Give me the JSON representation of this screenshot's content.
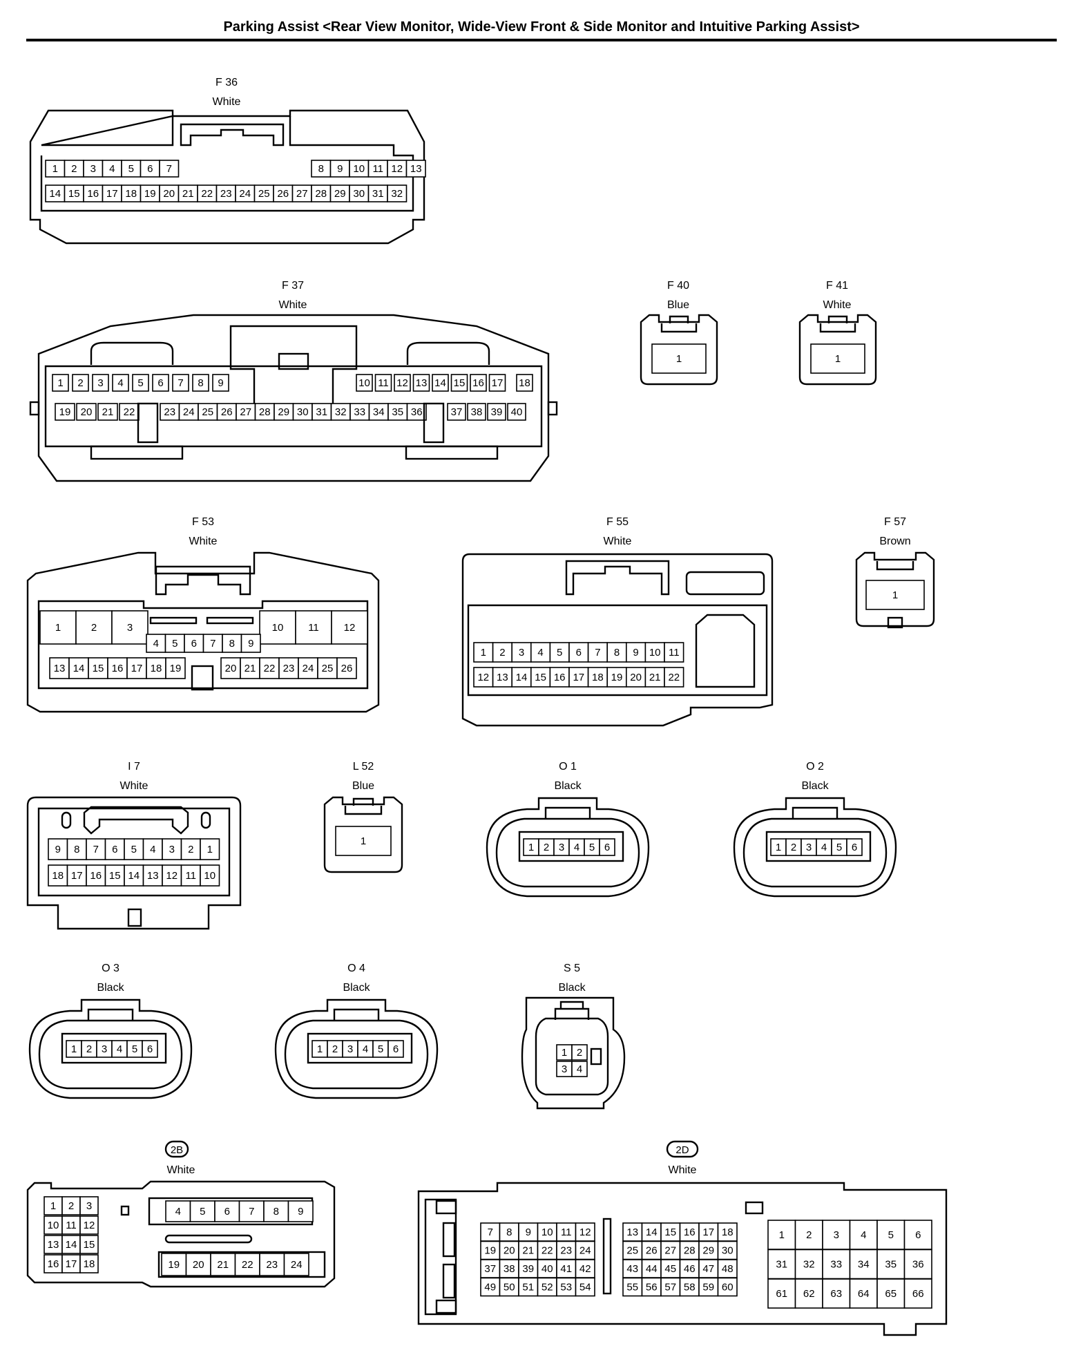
{
  "page": {
    "title": "Parking Assist <Rear View Monitor, Wide-View Front & Side Monitor and Intuitive Parking Assist>"
  },
  "connectors": {
    "F36": {
      "code": "F 36",
      "color": "White"
    },
    "F37": {
      "code": "F 37",
      "color": "White"
    },
    "F40": {
      "code": "F 40",
      "color": "Blue"
    },
    "F41": {
      "code": "F 41",
      "color": "White"
    },
    "F53": {
      "code": "F 53",
      "color": "White"
    },
    "F55": {
      "code": "F 55",
      "color": "White"
    },
    "F57": {
      "code": "F 57",
      "color": "Brown"
    },
    "I7": {
      "code": "I 7",
      "color": "White"
    },
    "L52": {
      "code": "L 52",
      "color": "Blue"
    },
    "O1": {
      "code": "O 1",
      "color": "Black"
    },
    "O2": {
      "code": "O 2",
      "color": "Black"
    },
    "O3": {
      "code": "O 3",
      "color": "Black"
    },
    "O4": {
      "code": "O 4",
      "color": "Black"
    },
    "S5": {
      "code": "S 5",
      "color": "Black"
    },
    "J2B": {
      "code": "2B",
      "color": "White"
    },
    "J2D": {
      "code": "2D",
      "color": "White"
    }
  },
  "pin_layouts": {
    "F36": [
      [
        "1",
        "2",
        "3",
        "4",
        "5",
        "6",
        "7",
        null,
        null,
        null,
        null,
        null,
        null,
        null,
        "8",
        "9",
        "10",
        "11",
        "12",
        "13"
      ],
      [
        "14",
        "15",
        "16",
        "17",
        "18",
        "19",
        "20",
        "21",
        "22",
        "23",
        "24",
        "25",
        "26",
        "27",
        "28",
        "29",
        "30",
        "31",
        "32"
      ]
    ],
    "F37": [
      [
        "1",
        "2",
        "3",
        "4",
        "5",
        "6",
        "7",
        "8",
        "9",
        "10",
        "11",
        "12",
        "13",
        "14",
        "15",
        "16",
        "17",
        "18"
      ],
      [
        "19",
        "20",
        "21",
        "22",
        "23",
        "24",
        "25",
        "26",
        "27",
        "28",
        "29",
        "30",
        "31",
        "32",
        "33",
        "34",
        "35",
        "36",
        "37",
        "38",
        "39",
        "40"
      ]
    ],
    "F53_top": [
      "1",
      "2",
      "3",
      "10",
      "11",
      "12"
    ],
    "F53_mid": [
      "4",
      "5",
      "6",
      "7",
      "8",
      "9"
    ],
    "F53_bottom": [
      [
        "13",
        "14",
        "15",
        "16",
        "17",
        "18",
        "19"
      ],
      [
        "20",
        "21",
        "22",
        "23",
        "24",
        "25",
        "26"
      ]
    ],
    "F55": [
      [
        "1",
        "2",
        "3",
        "4",
        "5",
        "6",
        "7",
        "8",
        "9",
        "10",
        "11"
      ],
      [
        "12",
        "13",
        "14",
        "15",
        "16",
        "17",
        "18",
        "19",
        "20",
        "21",
        "22"
      ]
    ],
    "I7": [
      [
        "9",
        "8",
        "7",
        "6",
        "5",
        "4",
        "3",
        "2",
        "1"
      ],
      [
        "18",
        "17",
        "16",
        "15",
        "14",
        "13",
        "12",
        "11",
        "10"
      ]
    ],
    "single": [
      "1"
    ],
    "six": [
      "1",
      "2",
      "3",
      "4",
      "5",
      "6"
    ],
    "S5": [
      [
        "1",
        "2"
      ],
      [
        "3",
        "4"
      ]
    ],
    "J2B_left": [
      [
        "1",
        "2",
        "3"
      ],
      [
        "10",
        "11",
        "12"
      ],
      [
        "13",
        "14",
        "15"
      ],
      [
        "16",
        "17",
        "18"
      ]
    ],
    "J2B_top": [
      "4",
      "5",
      "6",
      "7",
      "8",
      "9"
    ],
    "J2B_bottom": [
      "19",
      "20",
      "21",
      "22",
      "23",
      "24"
    ],
    "J2D_a": [
      [
        "7",
        "8",
        "9",
        "10",
        "11",
        "12"
      ],
      [
        "19",
        "20",
        "21",
        "22",
        "23",
        "24"
      ],
      [
        "37",
        "38",
        "39",
        "40",
        "41",
        "42"
      ],
      [
        "49",
        "50",
        "51",
        "52",
        "53",
        "54"
      ]
    ],
    "J2D_b": [
      [
        "13",
        "14",
        "15",
        "16",
        "17",
        "18"
      ],
      [
        "25",
        "26",
        "27",
        "28",
        "29",
        "30"
      ],
      [
        "43",
        "44",
        "45",
        "46",
        "47",
        "48"
      ],
      [
        "55",
        "56",
        "57",
        "58",
        "59",
        "60"
      ]
    ],
    "J2D_c": [
      [
        "1",
        "2",
        "3",
        "4",
        "5",
        "6"
      ],
      [
        "31",
        "32",
        "33",
        "34",
        "35",
        "36"
      ],
      [
        "61",
        "62",
        "63",
        "64",
        "65",
        "66"
      ]
    ]
  }
}
